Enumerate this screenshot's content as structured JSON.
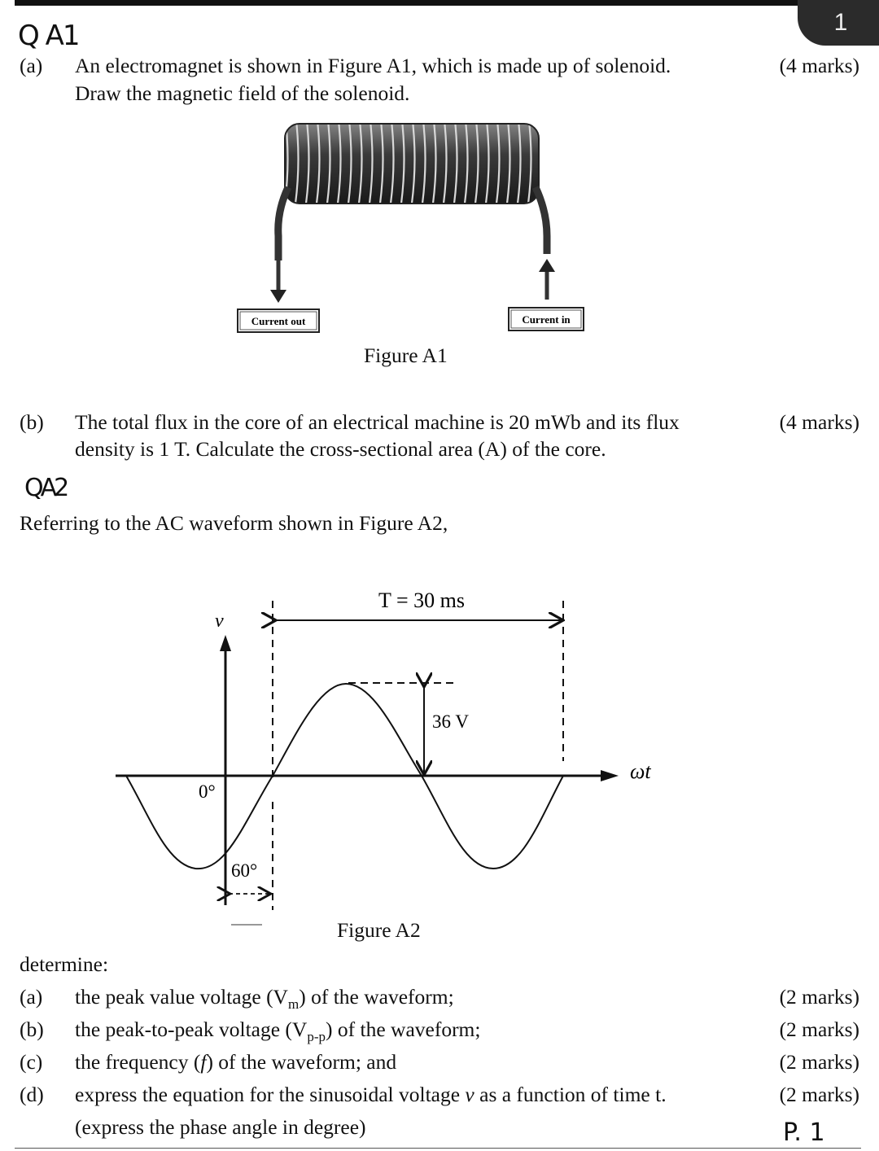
{
  "page": {
    "number": "1"
  },
  "handwriting": {
    "q1": "Q A1",
    "q2": "QA2",
    "page_note": "P. 1"
  },
  "q1": {
    "a": {
      "label": "(a)",
      "line1": "An electromagnet is shown in Figure A1, which is made up of solenoid.",
      "line2": "Draw the magnetic field of the solenoid.",
      "marks": "(4 marks)"
    },
    "figure": {
      "current_out": "Current out",
      "current_in": "Current in",
      "caption": "Figure A1"
    },
    "b": {
      "label": "(b)",
      "line1": "The total flux in the core of an electrical machine is 20 mWb and its flux",
      "line2": "density is 1 T. Calculate the cross-sectional area (A) of the core.",
      "marks": "(4 marks)"
    }
  },
  "q2": {
    "intro": "Referring to the AC waveform shown in Figure A2,",
    "figure": {
      "v_axis": "v",
      "x_axis": "ωt",
      "period": "T = 30 ms",
      "amplitude": "36 V",
      "zero_angle": "0°",
      "phase": "60°",
      "caption": "Figure A2"
    },
    "determine": "determine:",
    "items": [
      {
        "label": "(a)",
        "pre": "the peak value voltage (V",
        "sub": "m",
        "post": ") of the waveform;",
        "marks": "(2 marks)"
      },
      {
        "label": "(b)",
        "pre": "the peak-to-peak voltage (V",
        "sub": "p-p",
        "post": ") of the waveform;",
        "marks": "(2 marks)"
      },
      {
        "label": "(c)",
        "pre": "the frequency (",
        "it": "f",
        "post": ") of the waveform; and",
        "marks": "(2 marks)"
      },
      {
        "label": "(d)",
        "pre": "express the equation for the sinusoidal voltage ",
        "it": "v",
        "post": " as a function of time t.",
        "marks": "(2 marks)"
      }
    ],
    "note": "(express the phase angle in degree)"
  }
}
